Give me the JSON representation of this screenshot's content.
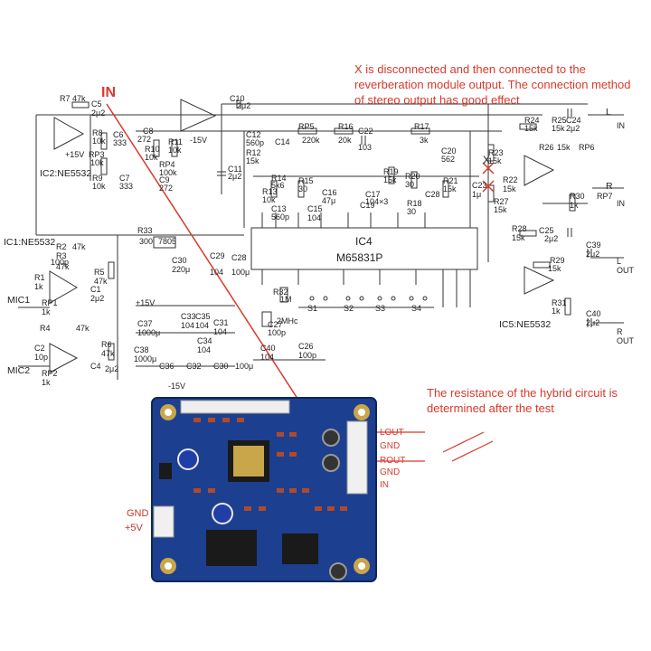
{
  "notes": {
    "top": "X is disconnected and then connected to the reverberation module output. The connection method of stereo output has good effect",
    "bottom": "The resistance of the hybrid circuit is determined after the test"
  },
  "schematic": {
    "in_label": "IN",
    "ic2": "IC2:NE5532",
    "ic1": "IC1:NE5532",
    "ic5": "IC5:NE5532",
    "ic4_name": "IC4",
    "ic4_part": "M65831P",
    "mic1": "MIC1",
    "mic2": "MIC2",
    "x_mark": "X",
    "out_l": "L",
    "out_r": "R",
    "out_in1": "IN",
    "out_in2": "IN",
    "l_out": "L\nOUT",
    "r_out": "R\nOUT",
    "clock": "2MHc",
    "parts": [
      {
        "t": "R7 47k"
      },
      {
        "t": "C5"
      },
      {
        "t": "2μ2"
      },
      {
        "t": "R8"
      },
      {
        "t": "10k"
      },
      {
        "t": "RP3"
      },
      {
        "t": "10k"
      },
      {
        "t": "R9"
      },
      {
        "t": "10k"
      },
      {
        "t": "C7"
      },
      {
        "t": "333"
      },
      {
        "t": "C6"
      },
      {
        "t": "333"
      },
      {
        "t": "C8"
      },
      {
        "t": "272"
      },
      {
        "t": "R10"
      },
      {
        "t": "10k"
      },
      {
        "t": "R11"
      },
      {
        "t": "10k"
      },
      {
        "t": "RP4"
      },
      {
        "t": "100k"
      },
      {
        "t": "C9"
      },
      {
        "t": "272"
      },
      {
        "t": "+15V"
      },
      {
        "t": "-15V"
      },
      {
        "t": "C10"
      },
      {
        "t": "2μ2"
      },
      {
        "t": "C12"
      },
      {
        "t": "560p"
      },
      {
        "t": "R12"
      },
      {
        "t": "15k"
      },
      {
        "t": "C14"
      },
      {
        "t": "RP5"
      },
      {
        "t": "220k"
      },
      {
        "t": "R16"
      },
      {
        "t": "20k"
      },
      {
        "t": "C22"
      },
      {
        "t": "103"
      },
      {
        "t": "R17"
      },
      {
        "t": "3k"
      },
      {
        "t": "C20"
      },
      {
        "t": "562"
      },
      {
        "t": "C11"
      },
      {
        "t": "2μ2"
      },
      {
        "t": "R13"
      },
      {
        "t": "10k"
      },
      {
        "t": "R14"
      },
      {
        "t": "5k6"
      },
      {
        "t": "C13"
      },
      {
        "t": "560p"
      },
      {
        "t": "R15"
      },
      {
        "t": "30"
      },
      {
        "t": "C15"
      },
      {
        "t": "104"
      },
      {
        "t": "C16"
      },
      {
        "t": "47μ"
      },
      {
        "t": "C17"
      },
      {
        "t": "104×3"
      },
      {
        "t": "C19"
      },
      {
        "t": "R19"
      },
      {
        "t": "15k"
      },
      {
        "t": "R20"
      },
      {
        "t": "30"
      },
      {
        "t": "R18"
      },
      {
        "t": "30"
      },
      {
        "t": "R21"
      },
      {
        "t": "15k"
      },
      {
        "t": "C28"
      },
      {
        "t": "R22"
      },
      {
        "t": "15k"
      },
      {
        "t": "R23"
      },
      {
        "t": "15k"
      },
      {
        "t": "C23"
      },
      {
        "t": "1μ"
      },
      {
        "t": "R24"
      },
      {
        "t": "15k"
      },
      {
        "t": "R25"
      },
      {
        "t": "15k"
      },
      {
        "t": "C24"
      },
      {
        "t": "2μ2"
      },
      {
        "t": "RP6"
      },
      {
        "t": "R26"
      },
      {
        "t": "15k"
      },
      {
        "t": "R27"
      },
      {
        "t": "15k"
      },
      {
        "t": "R30"
      },
      {
        "t": "1k"
      },
      {
        "t": "RP7"
      },
      {
        "t": "R28"
      },
      {
        "t": "15k"
      },
      {
        "t": "C25"
      },
      {
        "t": "2μ2"
      },
      {
        "t": "C39"
      },
      {
        "t": "2μ2"
      },
      {
        "t": "R29"
      },
      {
        "t": "15k"
      },
      {
        "t": "R31"
      },
      {
        "t": "1k"
      },
      {
        "t": "C40"
      },
      {
        "t": "2μ2"
      },
      {
        "t": "R33"
      },
      {
        "t": "300"
      },
      {
        "t": "7805"
      },
      {
        "t": "C29"
      },
      {
        "t": "104"
      },
      {
        "t": "C28"
      },
      {
        "t": "100μ"
      },
      {
        "t": "C30"
      },
      {
        "t": "220μ"
      },
      {
        "t": "R32"
      },
      {
        "t": "1M"
      },
      {
        "t": "C27"
      },
      {
        "t": "100p"
      },
      {
        "t": "C26"
      },
      {
        "t": "100p"
      },
      {
        "t": "C40"
      },
      {
        "t": "104"
      },
      {
        "t": "S1"
      },
      {
        "t": "S2"
      },
      {
        "t": "S3"
      },
      {
        "t": "S4"
      },
      {
        "t": "C1"
      },
      {
        "t": "2μ2"
      },
      {
        "t": "R1"
      },
      {
        "t": "1k"
      },
      {
        "t": "RP1"
      },
      {
        "t": "1k"
      },
      {
        "t": "R5"
      },
      {
        "t": "47k"
      },
      {
        "t": "R2"
      },
      {
        "t": "47k"
      },
      {
        "t": "R3"
      },
      {
        "t": "47k"
      },
      {
        "t": "C2"
      },
      {
        "t": "10p"
      },
      {
        "t": "R4"
      },
      {
        "t": "47k"
      },
      {
        "t": "R6"
      },
      {
        "t": "47k"
      },
      {
        "t": "RP2"
      },
      {
        "t": "1k"
      },
      {
        "t": "C4"
      },
      {
        "t": "2μ2"
      },
      {
        "t": "100p"
      },
      {
        "t": "C33"
      },
      {
        "t": "104"
      },
      {
        "t": "C35"
      },
      {
        "t": "104"
      },
      {
        "t": "C37"
      },
      {
        "t": "1000μ"
      },
      {
        "t": "C34"
      },
      {
        "t": "104"
      },
      {
        "t": "C31"
      },
      {
        "t": "104"
      },
      {
        "t": "C38"
      },
      {
        "t": "1000μ"
      },
      {
        "t": "C36"
      },
      {
        "t": "C32"
      },
      {
        "t": "C30"
      },
      {
        "t": "100μ"
      },
      {
        "t": "-15V"
      },
      {
        "t": "+15V"
      }
    ]
  },
  "board": {
    "labels_right": [
      "LOUT",
      "GND",
      "ROUT",
      "GND",
      "IN"
    ],
    "labels_left": [
      "GND",
      "+5V"
    ]
  },
  "colors": {
    "accent": "#d8392b",
    "board": "#1d3f8f",
    "board_dark": "#132d6a",
    "pad": "#c9a64a"
  }
}
